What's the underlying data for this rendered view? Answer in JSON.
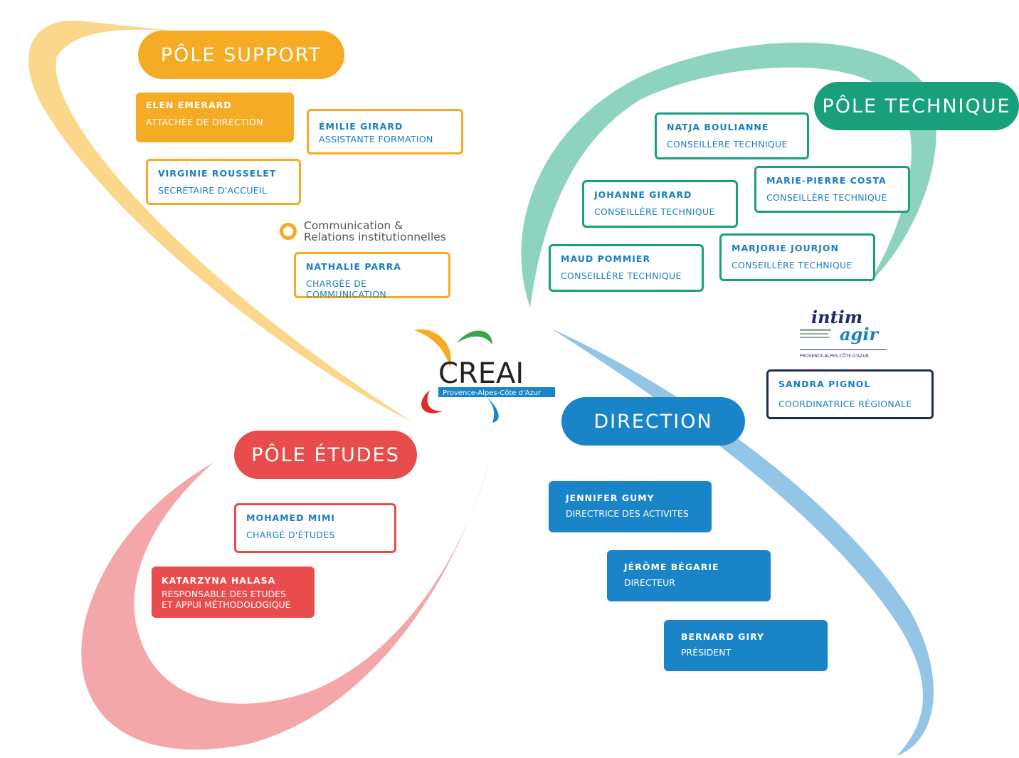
{
  "poles": {
    "support": {
      "label": "PÔLE SUPPORT",
      "color": "#f5ac24"
    },
    "technique": {
      "label": "PÔLE TECHNIQUE",
      "color": "#17a07a"
    },
    "etudes": {
      "label": "PÔLE ÉTUDES",
      "color": "#e84c4c"
    },
    "direction": {
      "label": "DIRECTION",
      "color": "#1a84c9"
    }
  },
  "support_staff": [
    {
      "name": "ELEN EMERARD",
      "role": "ATTACHÉE DE DIRECTION"
    },
    {
      "name": "ÉMILIE GIRARD",
      "role": "ASSISTANTE FORMATION"
    },
    {
      "name": "VIRGINIE ROUSSELET",
      "role": "SECRÉTAIRE D'ACCUEIL"
    }
  ],
  "communication": {
    "line1": "Communication &",
    "line2": "Relations institutionnelles",
    "person": {
      "name": "NATHALIE PARRA",
      "role": "CHARGÉE DE COMMUNICATION"
    }
  },
  "technique_staff": [
    {
      "name": "NATJA BOULIANNE",
      "role": "CONSEILLÈRE TECHNIQUE"
    },
    {
      "name": "MARIE-PIERRE COSTA",
      "role": "CONSEILLÈRE TECHNIQUE"
    },
    {
      "name": "JOHANNE GIRARD",
      "role": "CONSEILLÈRE TECHNIQUE"
    },
    {
      "name": "MAUD POMMIER",
      "role": "CONSEILLÈRE TECHNIQUE"
    },
    {
      "name": "MARJORIE JOURJON",
      "role": "CONSEILLÈRE TECHNIQUE"
    }
  ],
  "intimagir": {
    "logo_line1": "intim",
    "logo_line2": "agir",
    "region": "PROVENCE-ALPES-CÔTE D'AZUR",
    "person": {
      "name": "SANDRA PIGNOL",
      "role": "COORDINATRICE RÉGIONALE"
    }
  },
  "etudes_staff": [
    {
      "name": "MOHAMED MIMI",
      "role": "CHARGÉ D'ÉTUDES"
    },
    {
      "name": "KATARZYNA HALASA",
      "role_line1": "RESPONSABLE DES ETUDES",
      "role_line2": "ET APPUI MÉTHODOLOGIQUE"
    }
  ],
  "direction_staff": [
    {
      "name": "JENNIFER GUMY",
      "role": "DIRECTRICE DES ACTIVITES"
    },
    {
      "name": "JÉRÔME BÉGARIE",
      "role": "DIRECTEUR"
    },
    {
      "name": "BERNARD GIRY",
      "role": "PRÉSIDENT"
    }
  ],
  "center_logo": {
    "title": "CREAI",
    "subtitle": "Provence-Alpes-Côte d'Azur"
  }
}
